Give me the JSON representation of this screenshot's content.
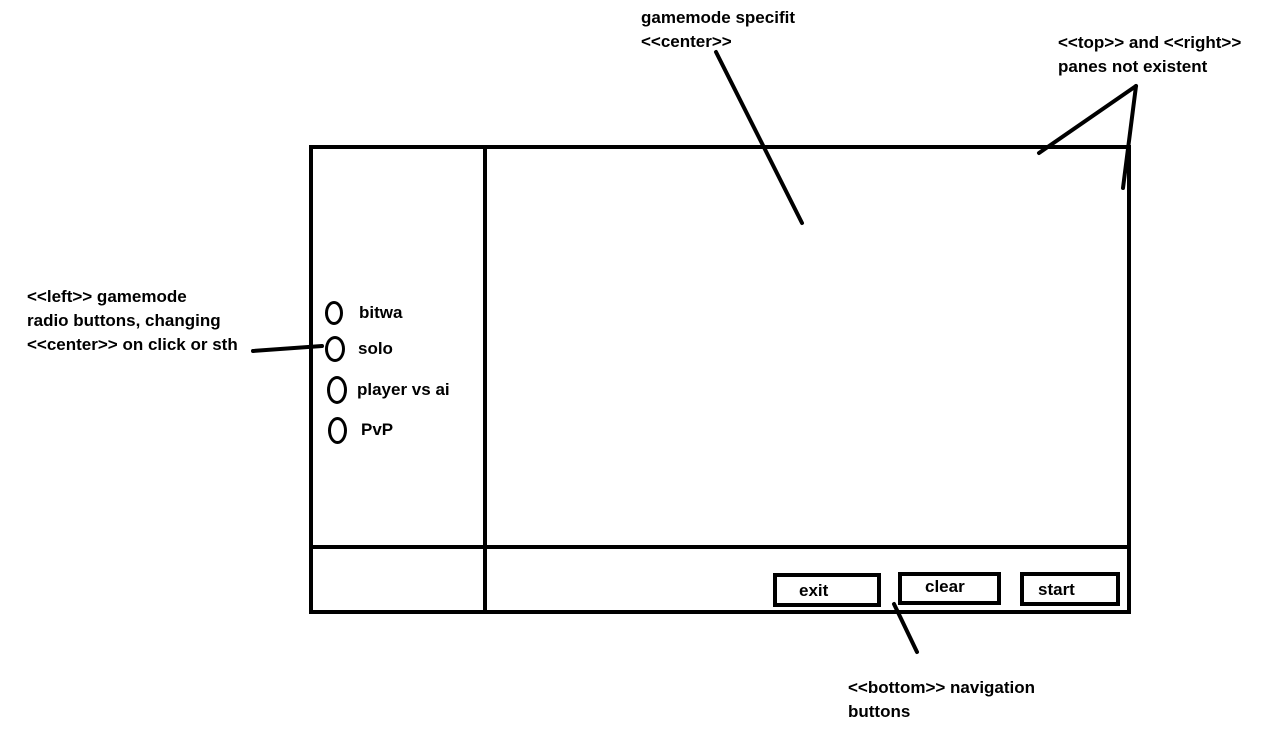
{
  "annotations": {
    "center": [
      "gamemode specifit",
      "<<center>>"
    ],
    "top_right": [
      "<<top>> and <<right>>",
      "panes not existent"
    ],
    "left": [
      "<<left>> gamemode",
      "radio buttons, changing",
      "<<center>> on click or sth"
    ],
    "bottom": [
      "<<bottom>> navigation",
      "buttons"
    ]
  },
  "gamemodes": [
    {
      "label": "bitwa",
      "selected": false
    },
    {
      "label": "solo",
      "selected": false
    },
    {
      "label": "player vs ai",
      "selected": false
    },
    {
      "label": "PvP",
      "selected": false
    }
  ],
  "nav_buttons": {
    "exit": "exit",
    "clear": "clear",
    "start": "start"
  }
}
